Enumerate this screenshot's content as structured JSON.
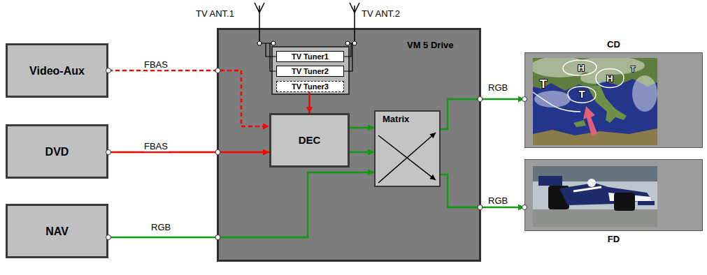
{
  "diagram": {
    "nodes": [
      {
        "text": [
          "Video-Aux"
        ]
      },
      {
        "text": [
          "DVD"
        ]
      },
      {
        "text": [
          "NAV"
        ]
      },
      {
        "text": [
          "VM 5 Drive"
        ]
      },
      {
        "text": [
          "TV Tuner1"
        ],
        "in": 3
      },
      {
        "text": [
          "TV Tuner2"
        ],
        "in": 3
      },
      {
        "text": [
          "TV Tuner3"
        ],
        "in": 3
      },
      {
        "text": [
          "DEC"
        ],
        "in": 3
      },
      {
        "text": [
          "Matrix"
        ],
        "in": 3
      },
      {
        "text": [
          "CD"
        ]
      },
      {
        "text": [
          "FD"
        ]
      }
    ],
    "edges": [
      {
        "from": 0,
        "to": 7,
        "label": "FBAS",
        "arrow": "to"
      },
      {
        "from": 1,
        "to": 7,
        "label": "FBAS",
        "arrow": "to"
      },
      {
        "from": 6,
        "to": 7,
        "arrow": "to"
      },
      {
        "from": 7,
        "to": 8,
        "arrow": "to"
      },
      {
        "from": 7,
        "to": 8,
        "arrow": "to"
      },
      {
        "from": 2,
        "to": 8,
        "label": "RGB",
        "arrow": "to"
      },
      {
        "from": 8,
        "to": 9,
        "label": "RGB",
        "arrow": "to"
      },
      {
        "from": 8,
        "to": 10,
        "label": "RGB",
        "arrow": "to"
      }
    ],
    "labels": [
      "TV ANT.1",
      "TV ANT.2",
      "T",
      "H",
      "T",
      "H",
      "T"
    ]
  }
}
